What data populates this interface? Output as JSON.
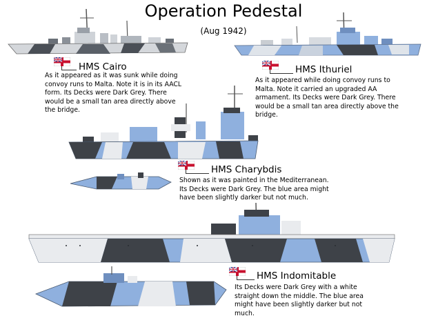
{
  "page": {
    "title": "Operation Pedestal",
    "subtitle": "(Aug 1942)"
  },
  "colors": {
    "camo_blue": "#8fb0de",
    "camo_dark": "#3e4248",
    "camo_light": "#e9ebee",
    "ensign_red": "#c8102e",
    "ensign_blue": "#1f3a93"
  },
  "ships": [
    {
      "name": "HMS Cairo",
      "description": "As it appeared as it was sunk while doing convoy runs to Malta. Note it is in its AACL form. Its Decks were Dark Grey. There would be a small tan area directly above the bridge.",
      "flag_icon": "white-ensign-icon"
    },
    {
      "name": "HMS Ithuriel",
      "description": "As it appeared while doing convoy runs to Malta. Note it carried an upgraded AA armament. Its Decks were Dark Grey. There would be a small tan area directly above the bridge.",
      "flag_icon": "white-ensign-icon"
    },
    {
      "name": "HMS Charybdis",
      "description": "Shown as it was painted in the Mediterranean. Its Decks were Dark Grey. The blue area might have been slightly darker but not much.",
      "flag_icon": "white-ensign-icon"
    },
    {
      "name": "HMS Indomitable",
      "description": "Its Decks were Dark Grey with a white straight down the middle. The blue area might have been slightly darker but not much.",
      "flag_icon": "white-ensign-icon"
    }
  ]
}
